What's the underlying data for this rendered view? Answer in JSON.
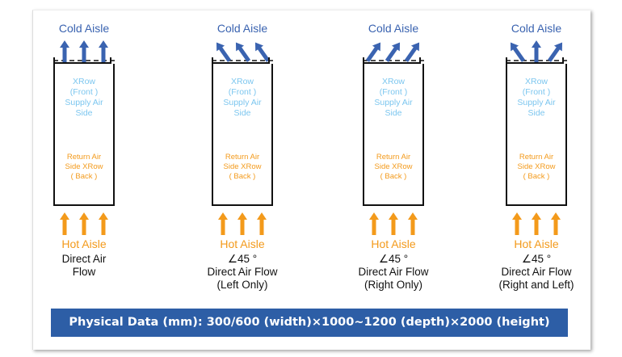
{
  "colors": {
    "cold": "#3a63b0",
    "hot": "#f39a1b",
    "supply_text": "#7cc6ef",
    "banner": "#2d5ea6"
  },
  "panels": [
    {
      "cold": "Cold Aisle",
      "arrows": [
        "up",
        "up",
        "up"
      ],
      "supply": [
        "XRow",
        "(Front )",
        "Supply Air",
        "Side"
      ],
      "return": [
        "Return Air",
        "Side XRow",
        "( Back )"
      ],
      "hot": "Hot Aisle",
      "caption": [
        "Direct Air",
        "Flow"
      ]
    },
    {
      "cold": "Cold Aisle",
      "arrows": [
        "up-left",
        "up-left",
        "up-left"
      ],
      "supply": [
        "XRow",
        "(Front )",
        "Supply Air",
        "Side"
      ],
      "return": [
        "Return Air",
        "Side XRow",
        "( Back )"
      ],
      "hot": "Hot Aisle",
      "caption": [
        "∠45 °",
        "Direct Air Flow",
        "(Left Only)"
      ]
    },
    {
      "cold": "Cold Aisle",
      "arrows": [
        "up-right",
        "up-right",
        "up-right"
      ],
      "supply": [
        "XRow",
        "(Front )",
        "Supply Air",
        "Side"
      ],
      "return": [
        "Return Air",
        "Side XRow",
        "( Back )"
      ],
      "hot": "Hot Aisle",
      "caption": [
        "∠45 °",
        "Direct Air Flow",
        "(Right Only)"
      ]
    },
    {
      "cold": "Cold Aisle",
      "arrows": [
        "up-left",
        "up",
        "up-right"
      ],
      "supply": [
        "XRow",
        "(Front )",
        "Supply Air",
        "Side"
      ],
      "return": [
        "Return Air",
        "Side XRow",
        "( Back )"
      ],
      "hot": "Hot Aisle",
      "caption": [
        "∠45 °",
        "Direct Air Flow",
        "(Right and Left)"
      ]
    }
  ],
  "banner": "Physical Data (mm): 300/600 (width)×1000~1200 (depth)×2000 (height)"
}
